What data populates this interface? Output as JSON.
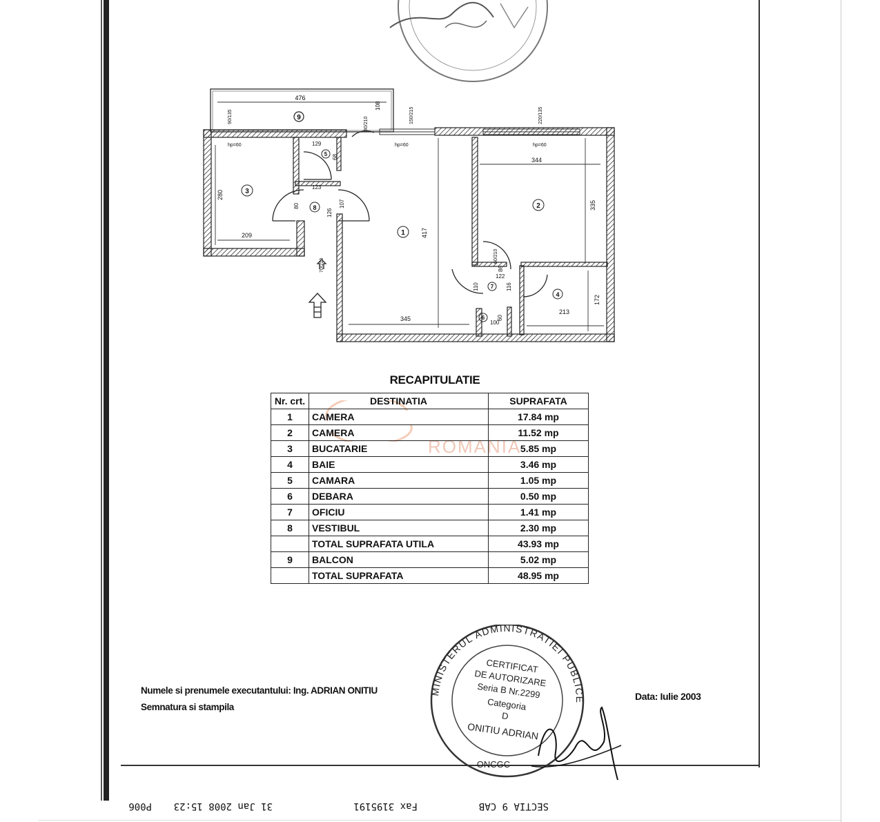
{
  "recap": {
    "title": "RECAPITULATIE",
    "headers": {
      "nr": "Nr. crt.",
      "dest": "DESTINATIA",
      "sup": "SUPRAFATA"
    },
    "rows": [
      {
        "nr": "1",
        "dest": "CAMERA",
        "sup": "17.84 mp"
      },
      {
        "nr": "2",
        "dest": "CAMERA",
        "sup": "11.52 mp"
      },
      {
        "nr": "3",
        "dest": "BUCATARIE",
        "sup": "5.85 mp"
      },
      {
        "nr": "4",
        "dest": "BAIE",
        "sup": "3.46 mp"
      },
      {
        "nr": "5",
        "dest": "CAMARA",
        "sup": "1.05 mp"
      },
      {
        "nr": "6",
        "dest": "DEBARA",
        "sup": "0.50 mp"
      },
      {
        "nr": "7",
        "dest": "OFICIU",
        "sup": "1.41 mp"
      },
      {
        "nr": "8",
        "dest": "VESTIBUL",
        "sup": "2.30 mp"
      },
      {
        "nr": "",
        "dest": "TOTAL SUPRAFATA UTILA",
        "sup": "43.93 mp"
      },
      {
        "nr": "9",
        "dest": "BALCON",
        "sup": "5.02 mp"
      },
      {
        "nr": "",
        "dest": "TOTAL SUPRAFATA",
        "sup": "48.95 mp"
      }
    ]
  },
  "plan": {
    "room_numbers": [
      "1",
      "2",
      "3",
      "4",
      "5",
      "6",
      "7",
      "8",
      "9"
    ],
    "dimensions": {
      "balcony_width": "476",
      "balcony_depth": "108",
      "r1_height": "417",
      "r1_width": "345",
      "r2_width": "344",
      "r2_height": "335",
      "r3_height": "280",
      "r3_width": "209",
      "r4_width": "213",
      "r4_height": "172",
      "r5_width": "129",
      "r5_width_b": "123",
      "r5_height": "68",
      "vest_a": "126",
      "vest_b": "107",
      "vest_c": "80",
      "hall_a": "122",
      "hall_b": "116",
      "hall_c": "110",
      "hall_d": "86",
      "deb_a": "100",
      "deb_b": "60",
      "ht_a": "hp=60",
      "ht_b": "hp=60",
      "ht_c": "hp=60",
      "win_a": "90/135",
      "win_b": "150/215",
      "win_c": "220/135",
      "door_a": "80/210",
      "door_b": "70/210",
      "door_c": "60/210"
    }
  },
  "watermark": "ROMANIA",
  "executant": "Numele si prenumele executantului: Ing. ADRIAN ONITIU",
  "signature_label": "Semnatura si stampila",
  "date": "Data: Iulie 2003",
  "stamp": {
    "ring": "MINISTERUL ADMINISTRATIEI PUBLICE",
    "line1": "CERTIFICAT",
    "line2": "DE AUTORIZARE",
    "line3": "Seria B Nr.2299",
    "line4": "Categoria",
    "line5": "D",
    "line6": "ONITIU ADRIAN",
    "bottom": "ONCGC"
  },
  "fax_header": {
    "section": "SECTIA 9 CAB",
    "fax": "Fax 3195191",
    "datetime": "31 Jan 2008 15:23",
    "page": "P006"
  }
}
